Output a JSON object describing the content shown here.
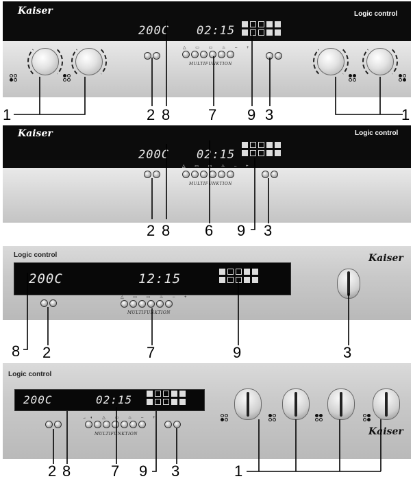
{
  "panels": [
    {
      "brand": "Kaiser",
      "logic": "Logic control",
      "temp": "200C",
      "clock": "02:15",
      "multi": "MULTIFUNKTION",
      "symbols": "△ ▭ ▭ ♨ – +",
      "labels": [
        "1",
        "2",
        "8",
        "7",
        "9",
        "3",
        "1"
      ]
    },
    {
      "brand": "Kaiser",
      "logic": "Logic control",
      "temp": "200C",
      "clock": "02:15",
      "multi": "MULTIFUNKTION",
      "symbols": "△ ▭ ▭ ♨ – +",
      "labels": [
        "2",
        "8",
        "6",
        "9",
        "3"
      ]
    },
    {
      "brand": "Kaiser",
      "logic": "Logic control",
      "temp": "200C",
      "clock": "12:15",
      "multi": "MULTIFUNKTION",
      "symbols": "△ ▭ ▭ ♨ – +",
      "labels": [
        "8",
        "2",
        "7",
        "9",
        "3"
      ]
    },
    {
      "brand": "Kaiser",
      "logic": "Logic control",
      "temp": "200C",
      "clock": "02:15",
      "multi": "MULTIFUNKTION",
      "symbols": "→◐ △ ▭ ♨ – +",
      "labels": [
        "2",
        "8",
        "7",
        "9",
        "3",
        "1"
      ]
    }
  ],
  "colors": {
    "black_strip": "#0c0c0c",
    "steel": "#d4d4d4",
    "display_text": "#e8e8e8"
  }
}
